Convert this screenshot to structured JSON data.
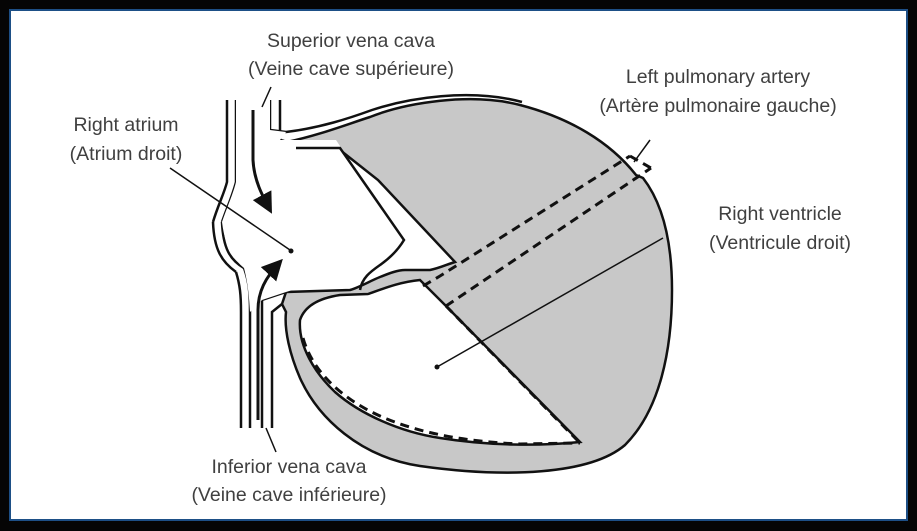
{
  "labels": {
    "svc_en": "Superior vena cava",
    "svc_fr": "(Veine cave supérieure)",
    "ra_en": "Right atrium",
    "ra_fr": "(Atrium droit)",
    "lpa_en": "Left pulmonary artery",
    "lpa_fr": "(Artère pulmonaire gauche)",
    "rv_en": "Right ventricle",
    "rv_fr": "(Ventricule droit)",
    "ivc_en": "Inferior vena cava",
    "ivc_fr": "(Veine cave inférieure)"
  },
  "colors": {
    "frame": "#050505",
    "inner_border": "#1d4f86",
    "tissue_fill": "#c8c8c8",
    "stroke": "#111111",
    "label_text": "#404040"
  }
}
